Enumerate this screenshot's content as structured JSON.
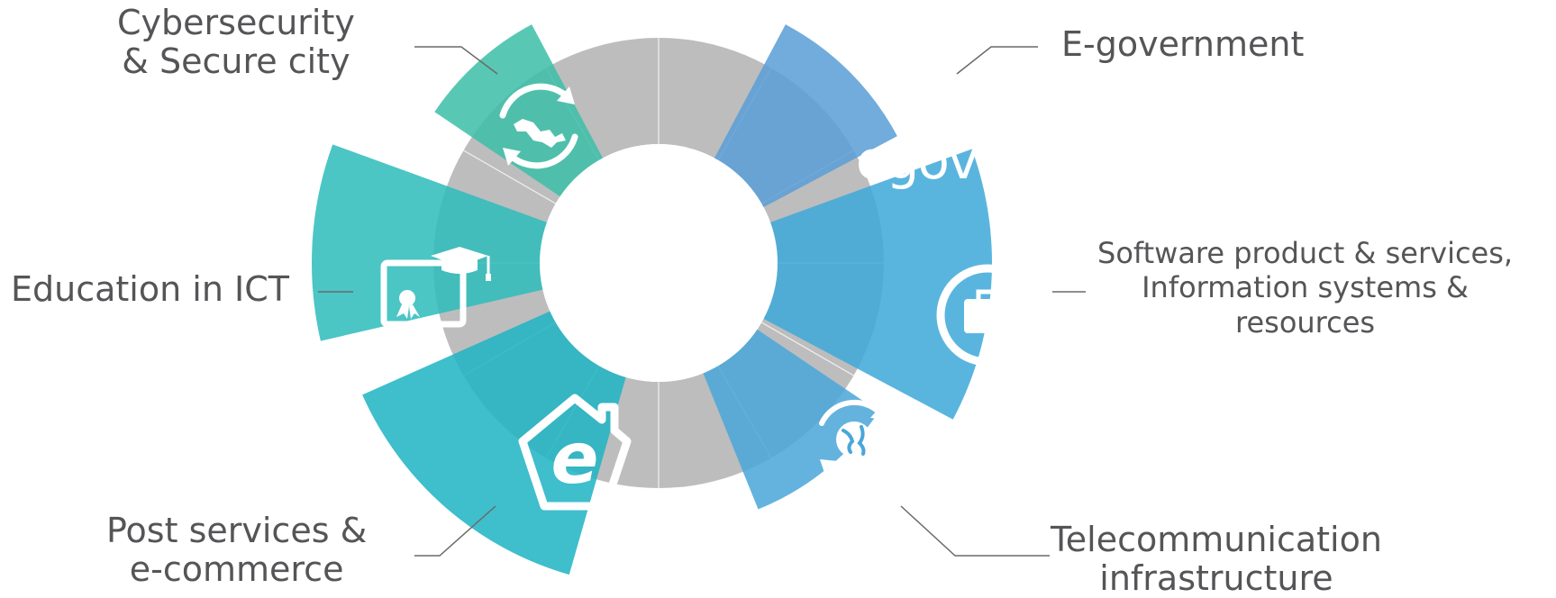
{
  "sectors": [
    {
      "id": "cybersecurity",
      "lines": [
        "Cybersecurity",
        "& Secure city"
      ],
      "color": "#3dbfa8",
      "icon": "map-recycle-icon"
    },
    {
      "id": "egovernment",
      "lines": [
        "E-government"
      ],
      "color": "#5a9ed6",
      "icon": "egov-logo",
      "logo_text": "egov"
    },
    {
      "id": "education",
      "lines": [
        "Education in ICT"
      ],
      "color": "#2fbcbc",
      "icon": "diploma-icon"
    },
    {
      "id": "software",
      "lines": [
        "Software product & services,",
        "Information systems &",
        "resources"
      ],
      "color": "#3fa9d8",
      "icon": "briefcase-icon"
    },
    {
      "id": "post",
      "lines": [
        "Post services &",
        "e-commerce"
      ],
      "color": "#1fb3c4",
      "icon": "e-house-icon"
    },
    {
      "id": "telecom",
      "lines": [
        "Telecommunication",
        "infrastructure"
      ],
      "color": "#4aa6d8",
      "icon": "globe-recycle-icon"
    }
  ],
  "colors": {
    "ring": "#bdbdbd",
    "leader": "#6a6a6a",
    "text": "#555558"
  }
}
